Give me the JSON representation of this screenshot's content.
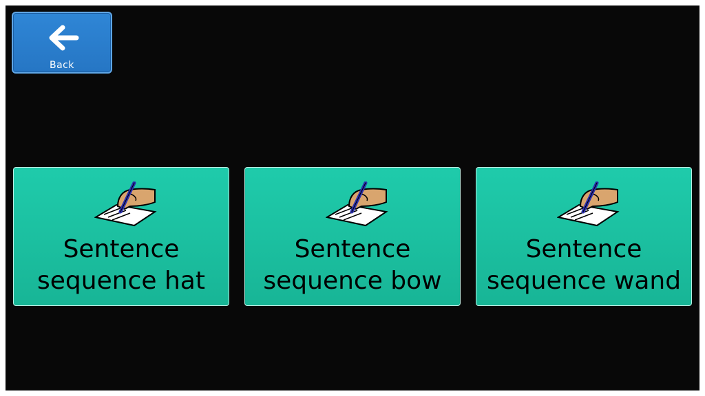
{
  "colors": {
    "screen_background": "#080808",
    "back_button": "#2a7dcc",
    "tile": "#1cc2a2"
  },
  "back_button": {
    "icon": "arrow-left-icon",
    "label": "Back"
  },
  "tiles": [
    {
      "icon": "writing-hand-icon",
      "line1": "Sentence",
      "line2": "sequence hat"
    },
    {
      "icon": "writing-hand-icon",
      "line1": "Sentence",
      "line2": "sequence bow"
    },
    {
      "icon": "writing-hand-icon",
      "line1": "Sentence",
      "line2": "sequence wand"
    }
  ]
}
